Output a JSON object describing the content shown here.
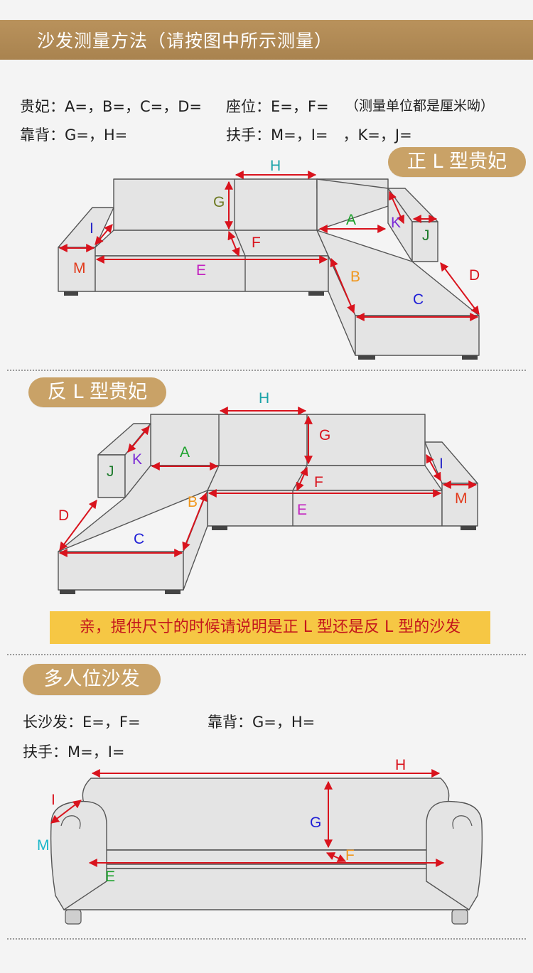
{
  "header": {
    "title": "沙发测量方法（请按图中所示测量）"
  },
  "section1": {
    "line1_left": "贵妃：A=，B=，C=，D=",
    "line1_mid": "座位：E=，F=",
    "line1_note": "（测量单位都是厘米呦）",
    "line2_left": "靠背：G=，H=",
    "line2_mid": "扶手：M=，I=　，K=，J=",
    "badge": "正 L 型贵妃"
  },
  "section2": {
    "badge": "反 L 型贵妃"
  },
  "notice": "亲，提供尺寸的时候请说明是正 L 型还是反 L 型的沙发",
  "section3": {
    "badge": "多人位沙发",
    "line1_left": "长沙发：E=，F=",
    "line1_right": "靠背：G=，H=",
    "line2": "扶手：M=，I="
  },
  "labels": {
    "A": "A",
    "B": "B",
    "C": "C",
    "D": "D",
    "E": "E",
    "F": "F",
    "G": "G",
    "H": "H",
    "I": "I",
    "J": "J",
    "K": "K",
    "M": "M"
  },
  "colors": {
    "header": "#b08a55",
    "pill": "#c9a267",
    "notice_bg": "#f6c744",
    "notice_text": "#c4161c",
    "arrow": "#d9131d",
    "sofa_fill": "#e4e4e4",
    "sofa_stroke": "#555555",
    "A": "#1aa12a",
    "B": "#f0961c",
    "C": "#1f1fd6",
    "D": "#d9131d",
    "E": "#c21fbf",
    "F": "#d9131d",
    "G": "#6d7a22",
    "H": "#1aa3a8",
    "I": "#2424c8",
    "J": "#1c7a2a",
    "K": "#7b2ad6",
    "M": "#e23a1b",
    "M3": "#18b6c9"
  }
}
